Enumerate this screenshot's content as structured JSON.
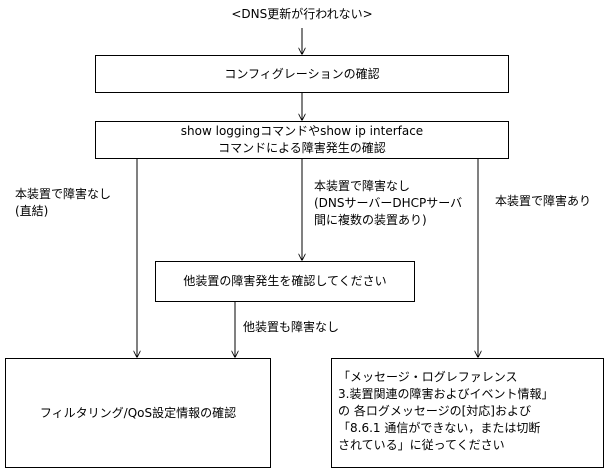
{
  "title": "<DNS更新が行われない>",
  "boxes": {
    "config_check": "コンフィグレーションの確認",
    "show_logging": {
      "line1": "show loggingコマンドやshow ip interface",
      "line2": "コマンドによる障害発生の確認"
    },
    "other_device": "他装置の障害発生を確認してください",
    "filtering": "フィルタリング/QoS設定情報の確認",
    "message_ref": {
      "line1": "「メッセージ・ログレファレンス",
      "line2": "3.装置関連の障害およびイベント情報」",
      "line3": "の 各ログメッセージの[対応]および",
      "line4": "「8.6.1 通信ができない，または切断",
      "line5": "されている」に従ってください"
    }
  },
  "labels": {
    "no_fault_direct": {
      "line1": "本装置で障害なし",
      "line2": "(直結)"
    },
    "no_fault_dns": {
      "line1": "本装置で障害なし",
      "line2": "(DNSサーバーDHCPサーバ",
      "line3": "間に複数の装置あり)"
    },
    "fault_exists": "本装置で障害あり",
    "other_no_fault": "他装置も障害なし"
  }
}
